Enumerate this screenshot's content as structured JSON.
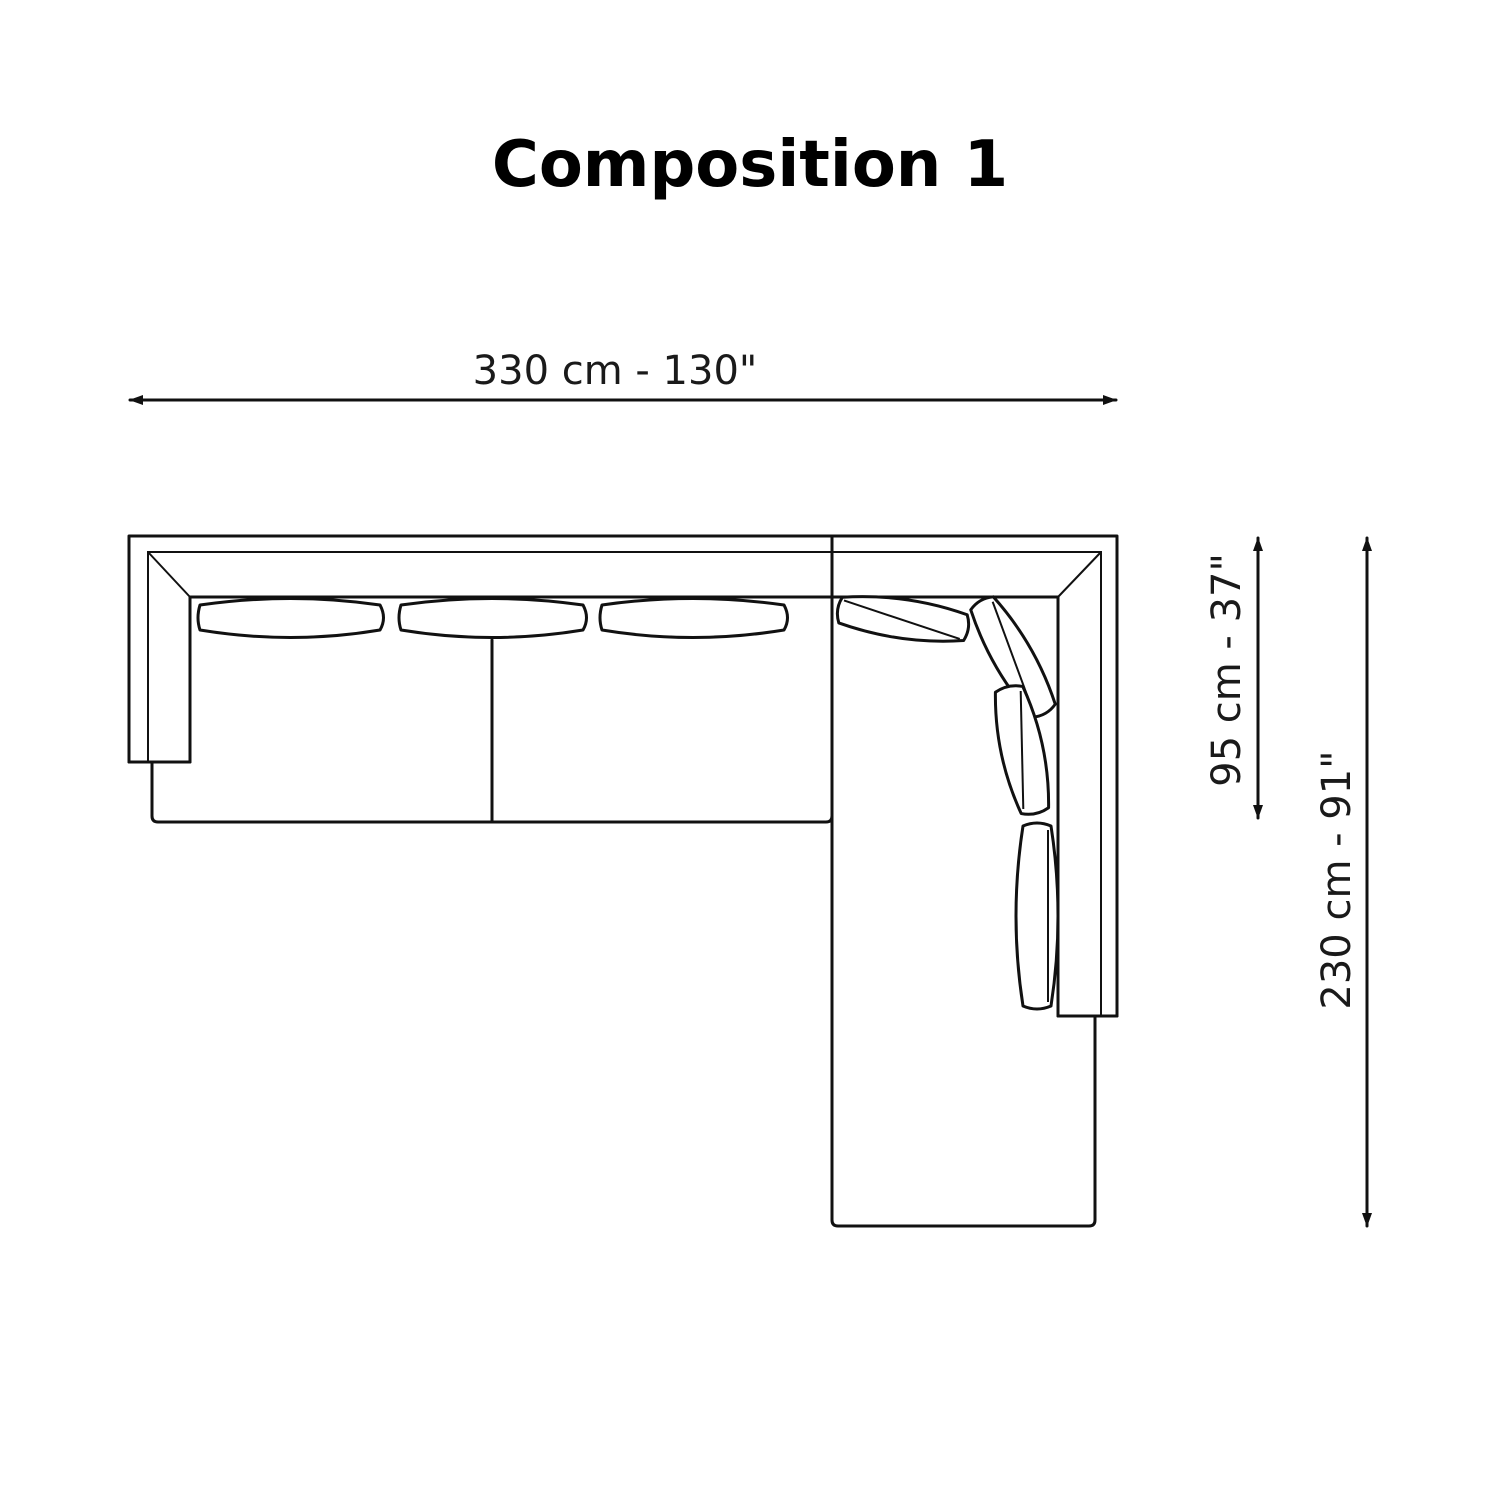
{
  "title": "Composition 1",
  "dimensions": {
    "width_label": "330 cm - 130\"",
    "depth_label": "95 cm - 37\"",
    "length_label": "230 cm - 91\""
  },
  "colors": {
    "line": "#111111",
    "background": "#ffffff"
  }
}
